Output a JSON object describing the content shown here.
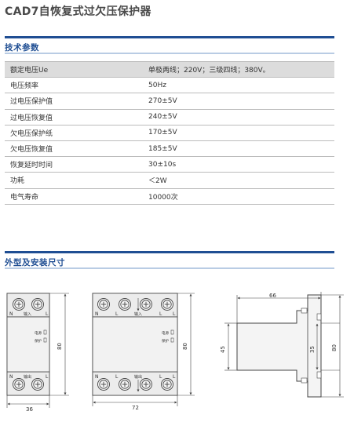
{
  "title": "CAD7自恢复式过欠压保护器",
  "sections": {
    "specs": "技术参数",
    "dimensions": "外型及安装尺寸"
  },
  "spec_rows": [
    {
      "name": "额定电压Ue",
      "value": "单极两线；220V；三级四线；380V。"
    },
    {
      "name": "电压频率",
      "value": "50Hz"
    },
    {
      "name": "过电压保护值",
      "value": "270±5V"
    },
    {
      "name": "过电压恢复值",
      "value": "240±5V"
    },
    {
      "name": "欠电压保护纸",
      "value": "170±5V"
    },
    {
      "name": "欠电压恢复值",
      "value": "185±5V"
    },
    {
      "name": "恢复延时时间",
      "value": "30±10s"
    },
    {
      "name": "功耗",
      "value": "＜2W"
    },
    {
      "name": "电气寿命",
      "value": "10000次"
    }
  ],
  "drawing1": {
    "terminal_labels": [
      "N",
      "L"
    ],
    "input_label": "输入",
    "output_label": "输出",
    "indicator_power": "电源",
    "indicator_protect": "保护",
    "width_dim": "36",
    "height_dim": "80"
  },
  "drawing2": {
    "terminal_labels_top": [
      "N",
      "L",
      "L",
      "L"
    ],
    "terminal_labels_bottom": [
      "N",
      "L",
      "L",
      "L"
    ],
    "input_label": "输入",
    "output_label": "输出",
    "indicator_power": "电源",
    "indicator_protect": "保护",
    "width_dim": "72",
    "height_dim": "80"
  },
  "drawing3": {
    "depth_dim": "66",
    "left_dim": "45",
    "right_inner_dim": "35",
    "height_dim": "80"
  }
}
